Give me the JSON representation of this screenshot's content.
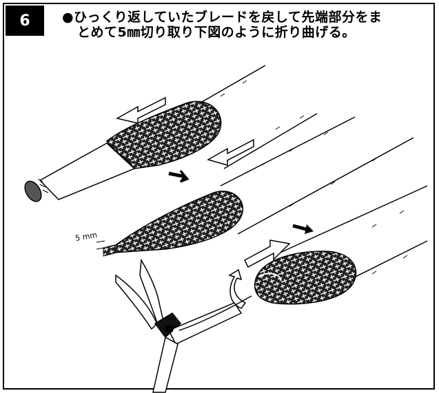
{
  "step": {
    "number": "6",
    "instruction_line1": "●ひっくり返していたブレードを戻して先端部分をま",
    "instruction_line2": "とめて5㎜切り取り下図のように折り曲げる。"
  },
  "illustration": {
    "dimension_label": "5 mm"
  }
}
